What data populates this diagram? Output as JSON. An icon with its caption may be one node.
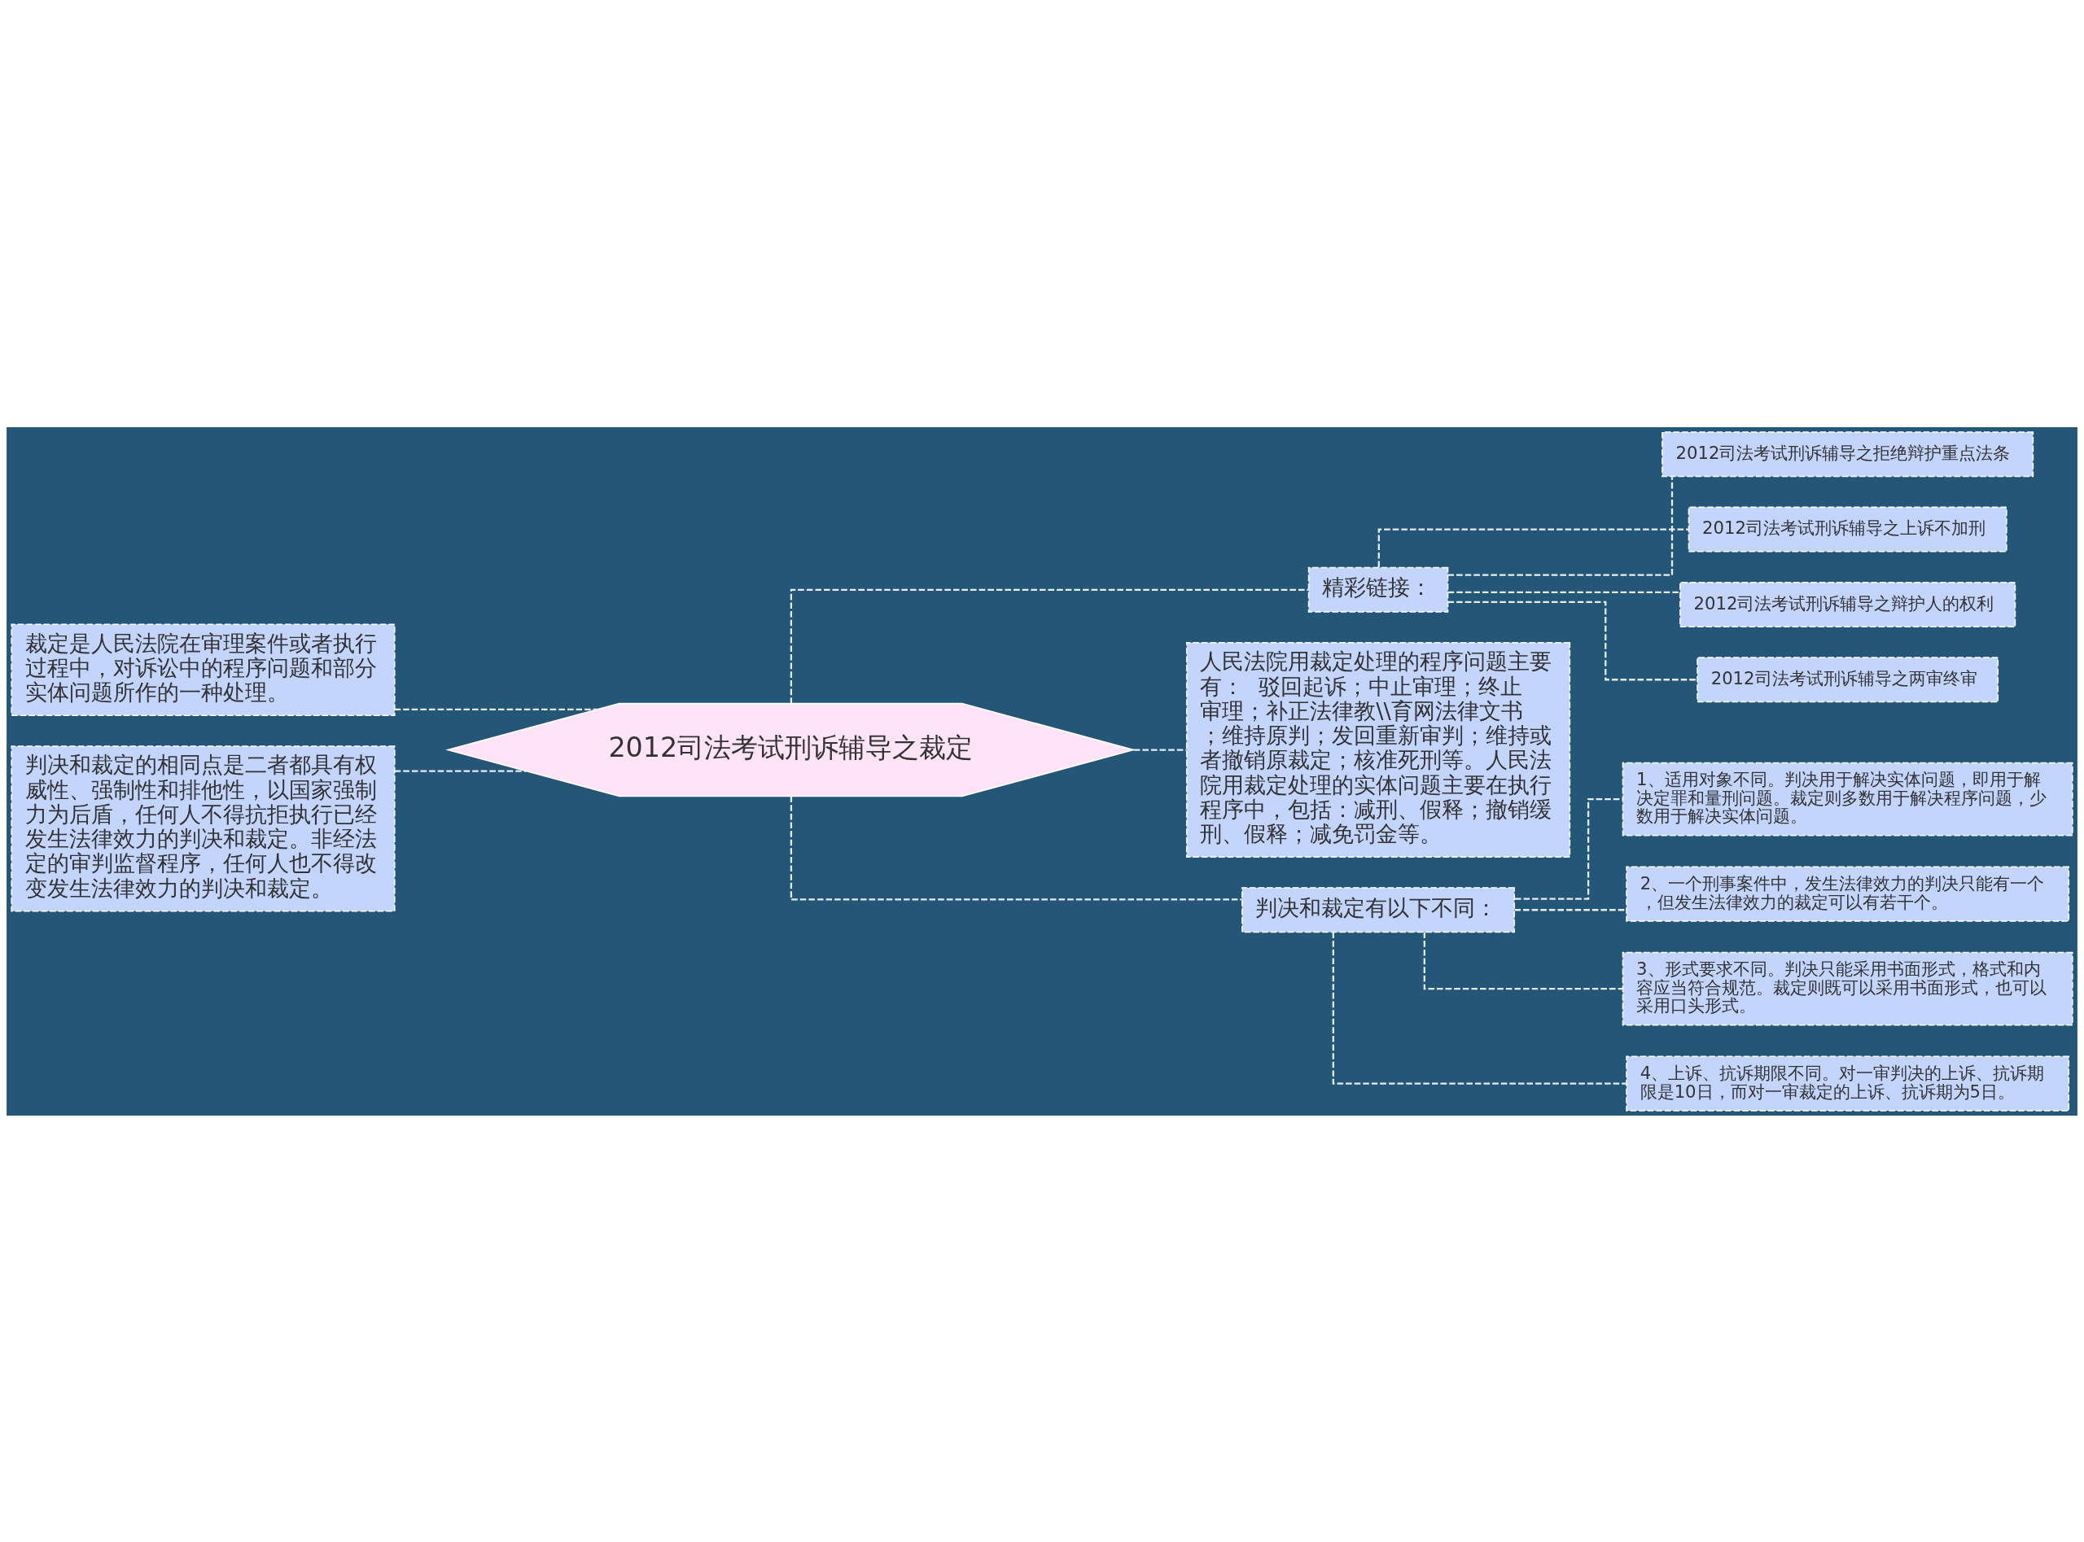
{
  "diagram": {
    "nodes": [
      {
        "text": [
          "2012司法考试刑诉辅导之裁定"
        ]
      },
      {
        "text": [
          "裁定是人民法院在审理案件或者执行过程中，对诉讼中的程序问题和部分实体问题所作的一种处理。"
        ]
      },
      {
        "text": [
          "判决和裁定的相同点是二者都具有权威性、强制性和排他性，以国家强制力为后盾，任何人不得抗拒执行已经发生法律效力的判决和裁定。非经法定的审判监督程序，任何人也不得改变发生法律效力的判决和裁定。"
        ]
      },
      {
        "text": [
          "精彩链接："
        ]
      },
      {
        "text": [
          "2012司法考试刑诉辅导之拒绝辩护重点法条"
        ]
      },
      {
        "text": [
          "2012司法考试刑诉辅导之上诉不加刑"
        ]
      },
      {
        "text": [
          "2012司法考试刑诉辅导之辩护人的权利"
        ]
      },
      {
        "text": [
          "2012司法考试刑诉辅导之两审终审"
        ]
      },
      {
        "text": [
          "人民法院用裁定处理的程序问题主要有：  驳回起诉；中止审理；终止审理；补正法律教\\\\育网法律文书；维持原判；发回重新审判；维持或者撤销原裁定；核准死刑等。人民法院用裁定处理的实体问题主要在执行程序中，包括：减刑、假释；撤销缓刑、假释；减免罚金等。"
        ]
      },
      {
        "text": [
          "判决和裁定有以下不同："
        ]
      },
      {
        "text": [
          "1、适用对象不同。判决用于解决实体问题，即用于解决定罪和量刑问题。裁定则多数用于解决程序问题，少数用于解决实体问题。"
        ]
      },
      {
        "text": [
          "2、一个刑事案件中，发生法律效力的判决只能有一个，但发生法律效力的裁定可以有若干个。"
        ]
      },
      {
        "text": [
          "3、形式要求不同。判决只能采用书面形式，格式和内容应当符合规范。裁定则既可以采用书面形式，也可以采用口头形式。"
        ]
      },
      {
        "text": [
          "4、上诉、抗诉期限不同。对一审判决的上诉、抗诉期限是10日，而对一审裁定的上诉、抗诉期为5日。"
        ]
      }
    ],
    "edges": [
      {
        "from": 0,
        "to": 1,
        "arrow": "none"
      },
      {
        "from": 0,
        "to": 2,
        "arrow": "none"
      },
      {
        "from": 0,
        "to": 3,
        "arrow": "none"
      },
      {
        "from": 3,
        "to": 4,
        "arrow": "none"
      },
      {
        "from": 3,
        "to": 5,
        "arrow": "none"
      },
      {
        "from": 3,
        "to": 6,
        "arrow": "none"
      },
      {
        "from": 3,
        "to": 7,
        "arrow": "none"
      },
      {
        "from": 0,
        "to": 8,
        "arrow": "none"
      },
      {
        "from": 0,
        "to": 9,
        "arrow": "none"
      },
      {
        "from": 9,
        "to": 10,
        "arrow": "none"
      },
      {
        "from": 9,
        "to": 11,
        "arrow": "none"
      },
      {
        "from": 9,
        "to": 12,
        "arrow": "none"
      },
      {
        "from": 9,
        "to": 13,
        "arrow": "none"
      }
    ]
  }
}
